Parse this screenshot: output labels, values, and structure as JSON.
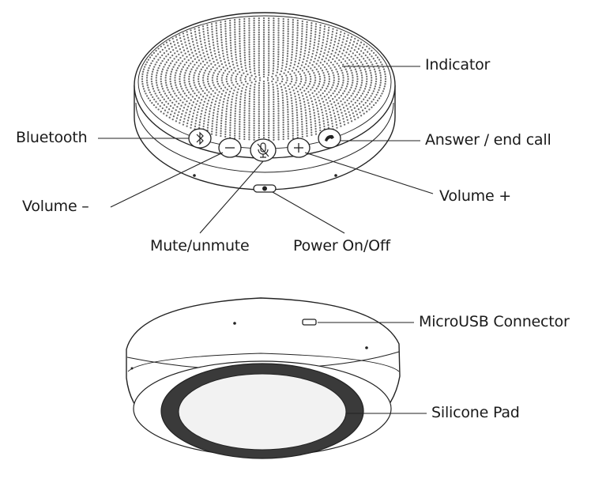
{
  "labels": {
    "indicator": "Indicator",
    "bluetooth": "Bluetooth",
    "answer_end_call": "Answer / end call",
    "volume_down": "Volume –",
    "volume_up": "Volume +",
    "mute_unmute": "Mute/unmute",
    "power": "Power On/Off",
    "microusb": "MicroUSB Connector",
    "silicone_pad": "Silicone Pad"
  },
  "colors": {
    "line": "#222222",
    "body": "#ffffff",
    "dot": "#6b6b6b",
    "pad_outer": "#3a3a3a",
    "pad_inner": "#f2f2f2"
  }
}
